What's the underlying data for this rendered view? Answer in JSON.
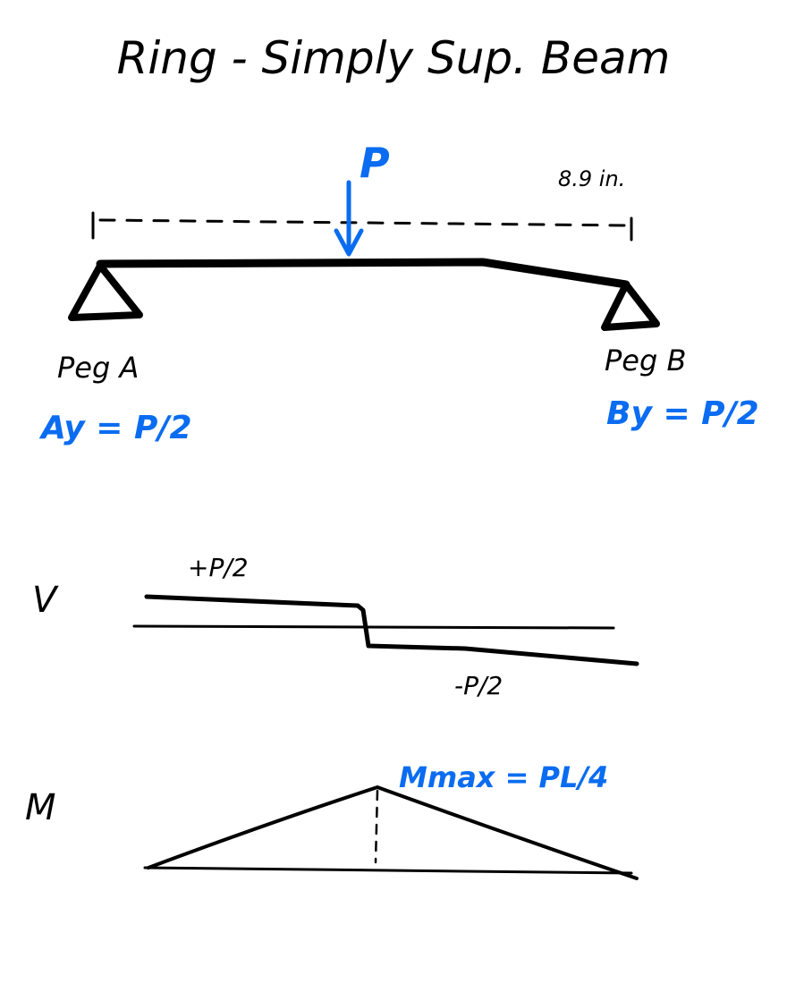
{
  "title": "Ring - Simply Sup. Beam",
  "load": {
    "label": "P"
  },
  "span": {
    "label": "8.9 in."
  },
  "supports": {
    "a": {
      "label": "Peg A",
      "reaction": "Ay = P/2"
    },
    "b": {
      "label": "Peg B",
      "reaction": "By = P/2"
    }
  },
  "shear": {
    "axis_label": "V",
    "positive_label": "+P/2",
    "negative_label": "-P/2"
  },
  "moment": {
    "axis_label": "M",
    "max_label": "Mmax = PL/4"
  },
  "colors": {
    "ink": "#000000",
    "accent": "#0a6cf0"
  }
}
